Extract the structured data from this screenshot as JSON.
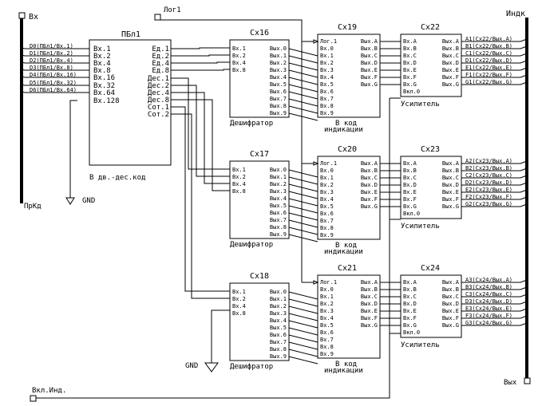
{
  "terminals": {
    "vx": "Вх",
    "log1": "Лог1",
    "indk": "Индк",
    "prkd": "ПрКд",
    "vyx": "Вых",
    "vkl_ind": "Вкл.Инд.",
    "gnd1": "GND",
    "gnd2": "GND"
  },
  "input_signals": [
    "D0(ПБл1/Вх.1)",
    "D1(ПБл1/Вх.2)",
    "D2(ПБл1/Вх.4)",
    "D3(ПБл1/Вх.8)",
    "D4(ПБл1/Вх.16)",
    "D5(ПБл1/Вх.32)",
    "D6(ПБл1/Вх.64)"
  ],
  "pbl1": {
    "name": "ПБл1",
    "inputs": [
      "Вх.1",
      "Вх.2",
      "Вх.4",
      "Вх.8",
      "Вх.16",
      "Вх.32",
      "Вх.64",
      "Вх.128"
    ],
    "outputs": [
      "Ед.1",
      "Ед.2",
      "Ед.4",
      "Ед.8",
      "Дес.1",
      "Дес.2",
      "Дес.4",
      "Дес.8",
      "Сот.1",
      "Сот.2"
    ],
    "caption": "В дв.-дес.код"
  },
  "decoders": [
    {
      "name": "Сх16",
      "caption": "Дешифратор"
    },
    {
      "name": "Сх17",
      "caption": "Дешифратор"
    },
    {
      "name": "Сх18",
      "caption": "Дешифратор"
    }
  ],
  "decoder_pins": {
    "inputs": [
      "Вх.1",
      "Вх.2",
      "Вх.4",
      "Вх.8"
    ],
    "outputs": [
      "Вых.0",
      "Вых.1",
      "Вых.2",
      "Вых.3",
      "Вых.4",
      "Вых.5",
      "Вых.6",
      "Вых.7",
      "Вых.8",
      "Вых.9"
    ]
  },
  "encoders": [
    {
      "name": "Сх19",
      "caption1": "В код",
      "caption2": "индикации"
    },
    {
      "name": "Сх20",
      "caption1": "В код",
      "caption2": "индикации"
    },
    {
      "name": "Сх21",
      "caption1": "В код",
      "caption2": "индикации"
    }
  ],
  "encoder_pins": {
    "inputs": [
      "Лог.1",
      "Вх.0",
      "Вх.1",
      "Вх.2",
      "Вх.3",
      "Вх.4",
      "Вх.5",
      "Вх.6",
      "Вх.7",
      "Вх.8",
      "Вх.9"
    ],
    "outputs": [
      "Вых.A",
      "Вых.B",
      "Вых.C",
      "Вых.D",
      "Вых.E",
      "Вых.F",
      "Вых.G"
    ]
  },
  "amplifiers": [
    {
      "name": "Сх22",
      "caption": "Усилитель",
      "outputs": [
        "A1(Сх22/Вых.A)",
        "B1(Сх22/Вых.B)",
        "C1(Сх22/Вых.C)",
        "D1(Сх22/Вых.D)",
        "E1(Сх22/Вых.E)",
        "F1(Сх22/Вых.F)",
        "G1(Сх22/Вых.G)"
      ]
    },
    {
      "name": "Сх23",
      "caption": "Усилитель",
      "outputs": [
        "A2(Сх23/Вых.A)",
        "B2(Сх23/Вых.B)",
        "C2(Сх23/Вых.C)",
        "D2(Сх23/Вых.D)",
        "E2(Сх23/Вых.E)",
        "F2(Сх23/Вых.F)",
        "G2(Сх23/Вых.G)"
      ]
    },
    {
      "name": "Сх24",
      "caption": "Усилитель",
      "outputs": [
        "A3(Сх24/Вых.A)",
        "B3(Сх24/Вых.B)",
        "C3(Сх24/Вых.C)",
        "D3(Сх24/Вых.D)",
        "E3(Сх24/Вых.E)",
        "F3(Сх24/Вых.F)",
        "G3(Сх24/Вых.G)"
      ]
    }
  ],
  "amplifier_pins": {
    "inputs": [
      "Вх.A",
      "Вх.B",
      "Вх.C",
      "Вх.D",
      "Вх.E",
      "Вх.F",
      "Вх.G",
      "Вкл.0"
    ],
    "outputs": [
      "Вых.A",
      "Вых.B",
      "Вых.C",
      "Вых.D",
      "Вых.E",
      "Вых.F",
      "Вых.G"
    ]
  }
}
